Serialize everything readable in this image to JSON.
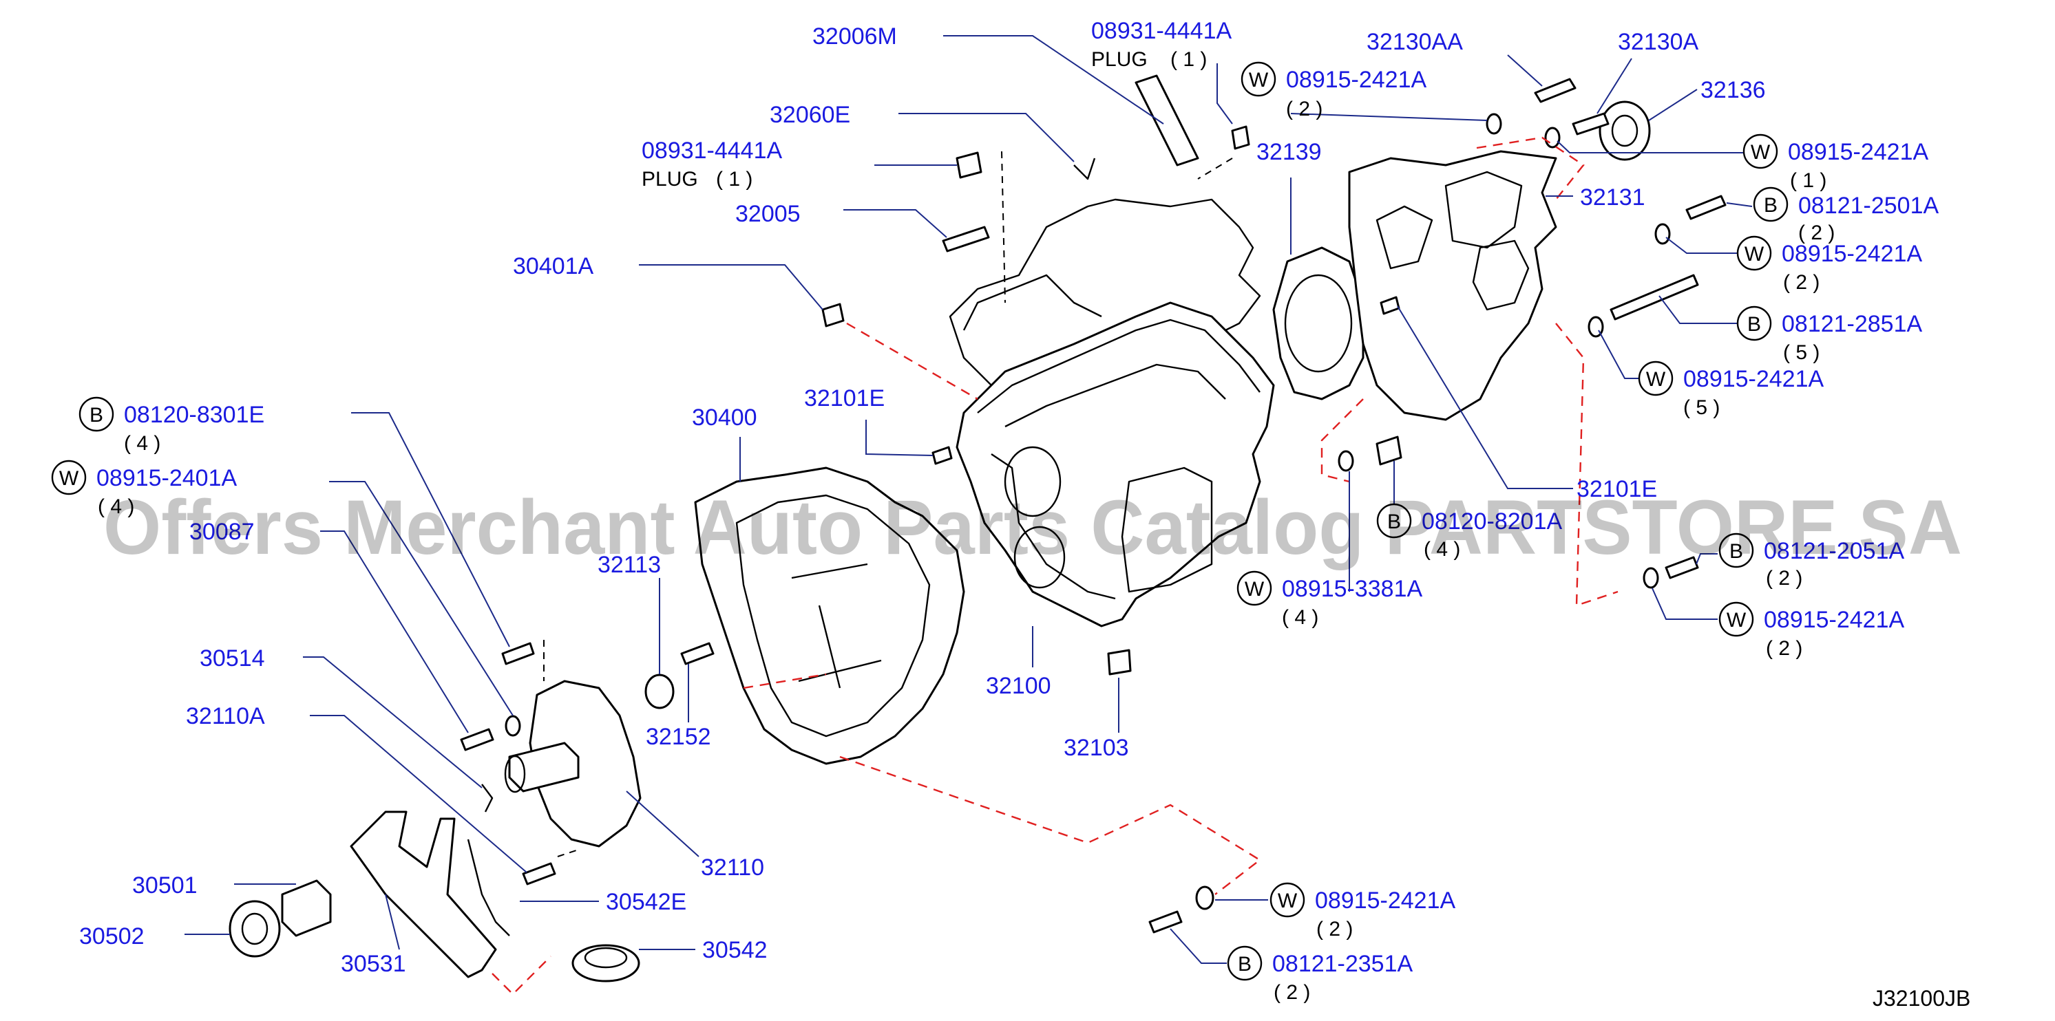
{
  "callouts": [
    {
      "id": "32006M",
      "text": "32006M"
    },
    {
      "id": "08931-4441A-top",
      "text": "08931-4441A",
      "note": "PLUG",
      "qty": "( 1 )"
    },
    {
      "id": "32130AA",
      "text": "32130AA"
    },
    {
      "id": "32130A",
      "text": "32130A"
    },
    {
      "id": "08915-2421A-a",
      "text": "08915-2421A",
      "badge": "W",
      "qty": "( 2 )"
    },
    {
      "id": "32136",
      "text": "32136"
    },
    {
      "id": "32060E",
      "text": "32060E"
    },
    {
      "id": "32139",
      "text": "32139"
    },
    {
      "id": "08915-2421A-b",
      "text": "08915-2421A",
      "badge": "W",
      "qty": "( 1 )"
    },
    {
      "id": "08931-4441A-left",
      "text": "08931-4441A",
      "note": "PLUG",
      "qty": "( 1 )"
    },
    {
      "id": "32131",
      "text": "32131"
    },
    {
      "id": "08121-2501A",
      "text": "08121-2501A",
      "badge": "B",
      "qty": "( 2 )"
    },
    {
      "id": "32005",
      "text": "32005"
    },
    {
      "id": "08915-2421A-c",
      "text": "08915-2421A",
      "badge": "W",
      "qty": "( 2 )"
    },
    {
      "id": "30401A",
      "text": "30401A"
    },
    {
      "id": "08121-2851A",
      "text": "08121-2851A",
      "badge": "B",
      "qty": "( 5 )"
    },
    {
      "id": "08915-2421A-d",
      "text": "08915-2421A",
      "badge": "W",
      "qty": "( 5 )"
    },
    {
      "id": "08120-8301E",
      "text": "08120-8301E",
      "badge": "B",
      "qty": "( 4 )"
    },
    {
      "id": "30400",
      "text": "30400"
    },
    {
      "id": "32101E-a",
      "text": "32101E"
    },
    {
      "id": "08915-2401A",
      "text": "08915-2401A",
      "badge": "W",
      "qty": "( 4 )"
    },
    {
      "id": "32101E-b",
      "text": "32101E"
    },
    {
      "id": "30087",
      "text": "30087"
    },
    {
      "id": "08120-8201A",
      "text": "08120-8201A",
      "badge": "B",
      "qty": "( 4 )"
    },
    {
      "id": "08121-2051A",
      "text": "08121-2051A",
      "badge": "B",
      "qty": "( 2 )"
    },
    {
      "id": "32113",
      "text": "32113"
    },
    {
      "id": "08915-3381A",
      "text": "08915-3381A",
      "badge": "W",
      "qty": "( 4 )"
    },
    {
      "id": "08915-2421A-e",
      "text": "08915-2421A",
      "badge": "W",
      "qty": "( 2 )"
    },
    {
      "id": "30514",
      "text": "30514"
    },
    {
      "id": "32100",
      "text": "32100"
    },
    {
      "id": "32110A",
      "text": "32110A"
    },
    {
      "id": "32152",
      "text": "32152"
    },
    {
      "id": "32103",
      "text": "32103"
    },
    {
      "id": "32110",
      "text": "32110"
    },
    {
      "id": "30501",
      "text": "30501"
    },
    {
      "id": "30542E",
      "text": "30542E"
    },
    {
      "id": "08915-2421A-f",
      "text": "08915-2421A",
      "badge": "W",
      "qty": "( 2 )"
    },
    {
      "id": "30502",
      "text": "30502"
    },
    {
      "id": "30542",
      "text": "30542"
    },
    {
      "id": "30531",
      "text": "30531"
    },
    {
      "id": "08121-2351A",
      "text": "08121-2351A",
      "badge": "B",
      "qty": "( 2 )"
    }
  ],
  "watermark": "Offers Merchant Auto Parts Catalog PARTSTORE.SA",
  "diagram_code": "J32100JB",
  "colors": {
    "part_number": "#1a1ae0",
    "leader": "#1c2a8a",
    "dashed_guide": "#e02020",
    "outline": "#000000"
  }
}
